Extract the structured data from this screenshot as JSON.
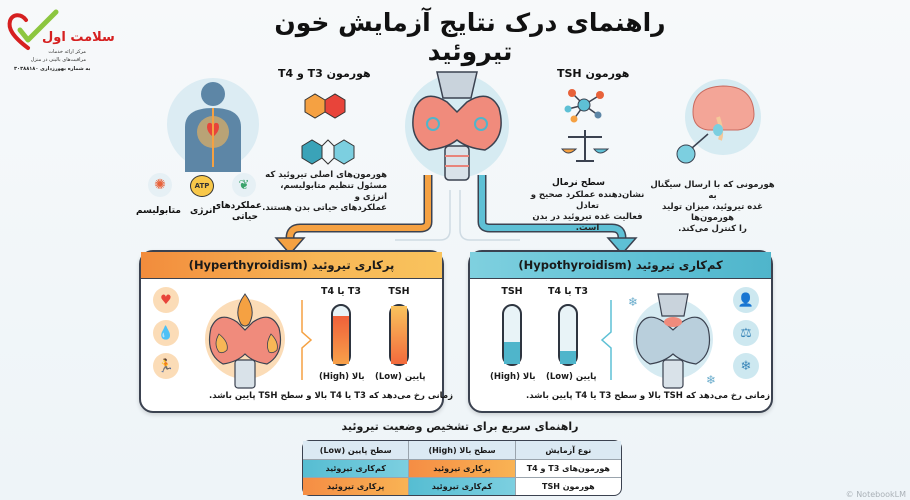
{
  "logo": {
    "brand": "سلامت اول",
    "line1": "مرکز ارائه خدمات",
    "line2": "مراقبت‌های بالینی در منزل",
    "phone": "به شماره بهورزداری ۳۰۳۸۸۱۸۰",
    "icon": "heart-check-icon"
  },
  "title": "راهنمای درک نتایج آزمایش خون تیروئید",
  "t3t4_section": {
    "heading": "هورمون T3 و T4",
    "description_lines": [
      "هورمون‌های اصلی تیروئید که",
      "مسئول تنظیم متابولیسم، انرژی و",
      "عملکردهای حیاتی بدن هستند."
    ],
    "icons": [
      {
        "name": "metabolism-icon",
        "label": "متابولیسم"
      },
      {
        "name": "atp-energy-icon",
        "label": "انرژی",
        "badge": "ATP"
      },
      {
        "name": "vital-functions-icon",
        "label": "عملکردهای حیاتی"
      }
    ]
  },
  "tsh_section": {
    "heading": "هورمون TSH",
    "sub_heading": "سطح نرمال",
    "description_lines": [
      "نشان‌دهنده عملکرد صحیح و تعادل",
      "فعالیت غده تیروئید در بدن است."
    ]
  },
  "brain_section": {
    "description_lines": [
      "هورمونی که با ارسال سیگنال به",
      "غده تیروئید، میزان تولید هورمون‌ها",
      "را کنترل می‌کند."
    ]
  },
  "hyper_card": {
    "title": "پرکاری تیروئید (Hyperthyroidism)",
    "tubes": [
      {
        "label": "T4 یا T3",
        "level": "بالا (High)",
        "fill_pct": 82
      },
      {
        "label": "TSH",
        "level": "پایین (Low)",
        "fill_pct": 100
      }
    ],
    "note": "زمانی رخ می‌دهد که T3 یا T4 بالا و سطح TSH پایین باشد.",
    "side_icons": [
      "heart-rate-icon",
      "sweat-drop-icon",
      "running-person-icon"
    ],
    "colors": {
      "header_start": "#f28c3c",
      "header_end": "#f9c35d"
    }
  },
  "hypo_card": {
    "title": "کم‌کاری تیروئید (Hypothyroidism)",
    "tubes": [
      {
        "label": "TSH",
        "level": "بالا (High)",
        "fill_pct": 38
      },
      {
        "label": "T4 یا T3",
        "level": "پایین (Low)",
        "fill_pct": 22
      }
    ],
    "note": "زمانی رخ می‌دهد که TSH بالا و سطح T3 یا T4 پایین باشد.",
    "side_icons": [
      "tired-person-icon",
      "weight-scale-icon",
      "snowflake-icon"
    ],
    "colors": {
      "header_start": "#7fd0df",
      "header_end": "#4fb5cb"
    }
  },
  "quick_guide": {
    "title": "راهنمای سریع برای تشخیص وضعیت تیروئید",
    "headers": [
      "نوع آزمایش",
      "سطح بالا (High)",
      "سطح پایین (Low)"
    ],
    "rows": [
      [
        "هورمون‌های T3 و T4",
        "پرکاری تیروئید",
        "کم‌کاری تیروئید"
      ],
      [
        "هورمون TSH",
        "کم‌کاری تیروئید",
        "پرکاری تیروئید"
      ]
    ]
  },
  "watermark": "© NotebookLM"
}
